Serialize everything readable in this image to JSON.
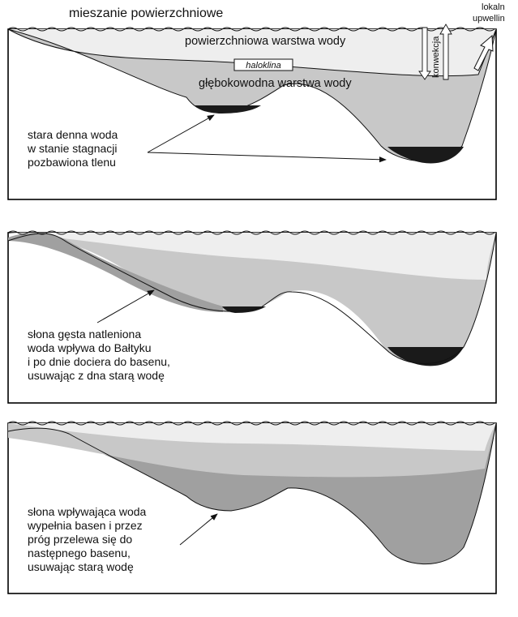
{
  "panel1": {
    "surface_mixing": "mieszanie powierzchniowe",
    "upwelling_label_line1": "lokaln",
    "upwelling_label_line2": "upwellin",
    "surface_layer": "powierzchniowa warstwa wody",
    "halocline": "haloklina",
    "deep_layer": "głębokowodna warstwa wody",
    "convection": "konwekcja",
    "note": [
      "stara denna woda",
      "w stanie stagnacji",
      "pozbawiona tlenu"
    ]
  },
  "panel2": {
    "note": [
      "słona gęsta natleniona",
      "woda wpływa do Bałtyku",
      "i po dnie dociera do basenu,",
      "usuwając z dna starą wodę"
    ]
  },
  "panel3": {
    "note": [
      "słona wpływająca woda",
      "wypełnia basen i przez",
      "próg przelewa się do",
      "następnego basenu,",
      "usuwając starą wodę"
    ]
  },
  "colors": {
    "surface_water": "#eeeeee",
    "deep_water": "#c8c8c8",
    "inflow_water": "#a0a0a0",
    "anoxic_water": "#1a1a1a",
    "frame": "#000000"
  }
}
